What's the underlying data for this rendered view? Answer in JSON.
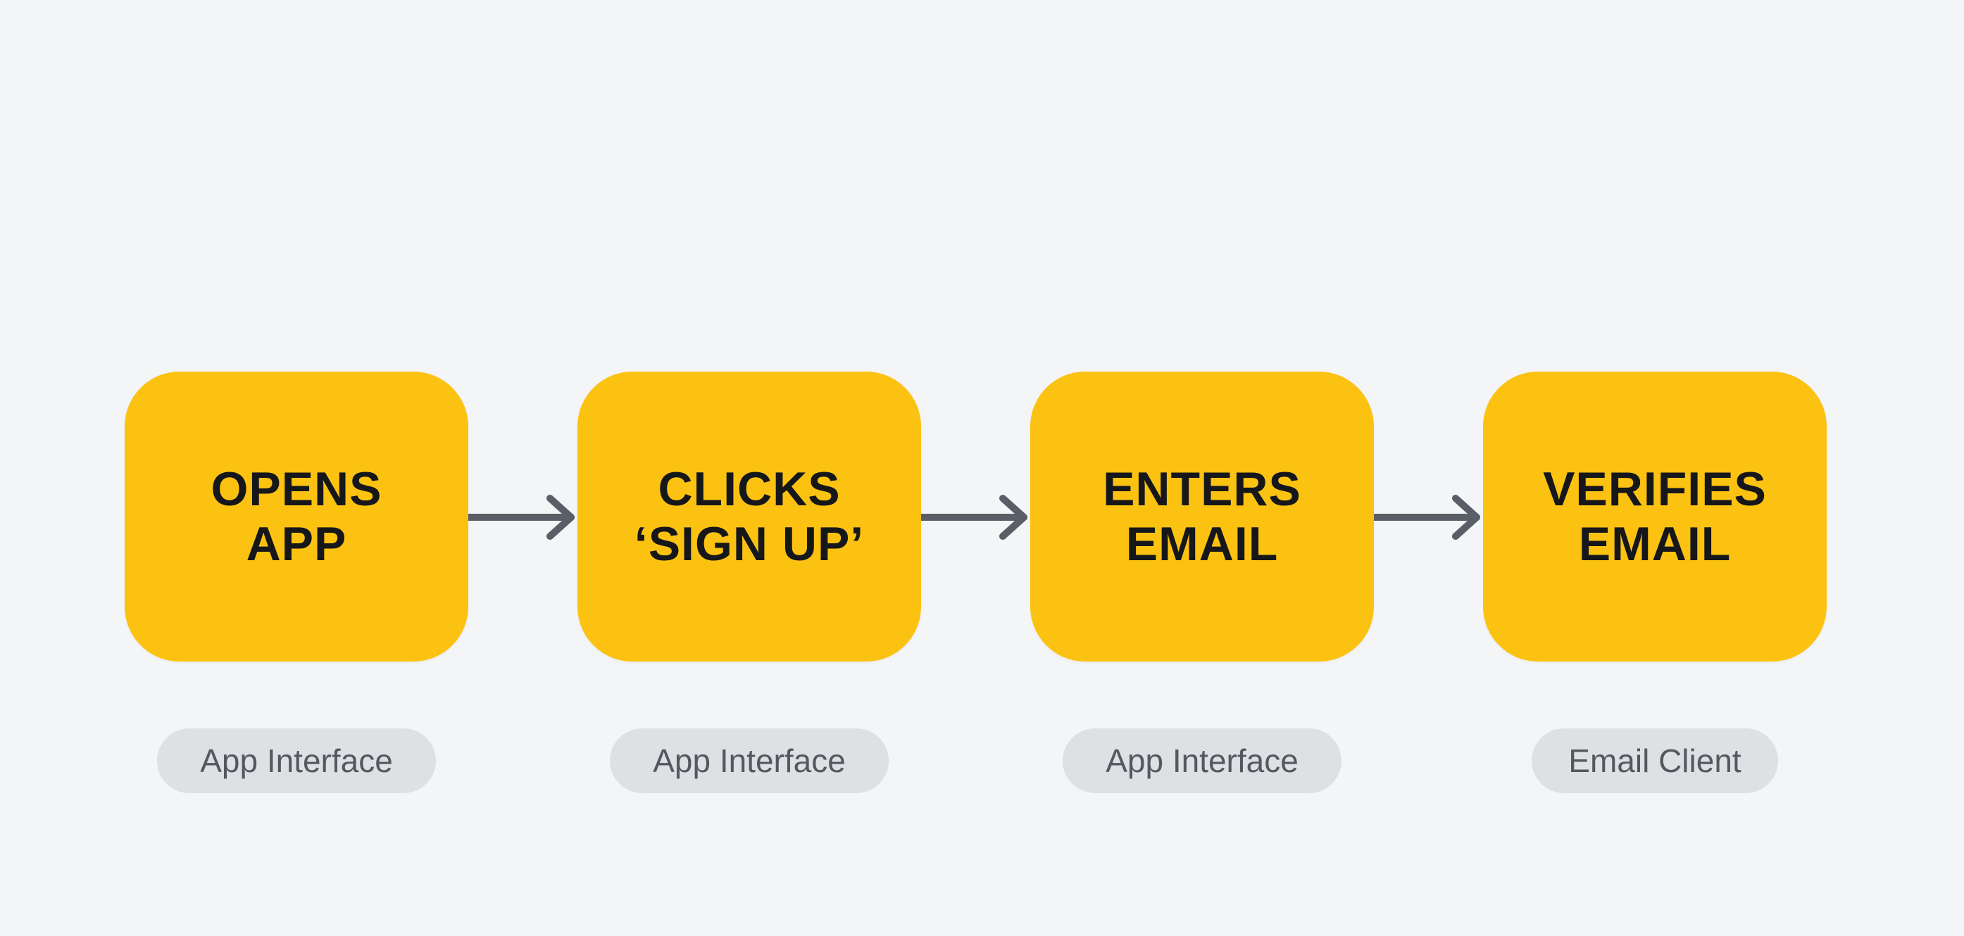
{
  "colors": {
    "background": "#f4f5f7",
    "step_fill": "#fcc211",
    "step_text": "#16171a",
    "arrow": "#5a5e66",
    "tag_fill": "#dfe0e4",
    "tag_text": "#55585f"
  },
  "steps": [
    {
      "label": "OPENS\nAPP",
      "tag": "App Interface"
    },
    {
      "label": "CLICKS\n‘SIGN UP’",
      "tag": "App Interface"
    },
    {
      "label": "ENTERS\nEMAIL",
      "tag": "App Interface"
    },
    {
      "label": "VERIFIES\nEMAIL",
      "tag": "Email Client"
    }
  ],
  "arrow_icon": "arrow-right-icon"
}
